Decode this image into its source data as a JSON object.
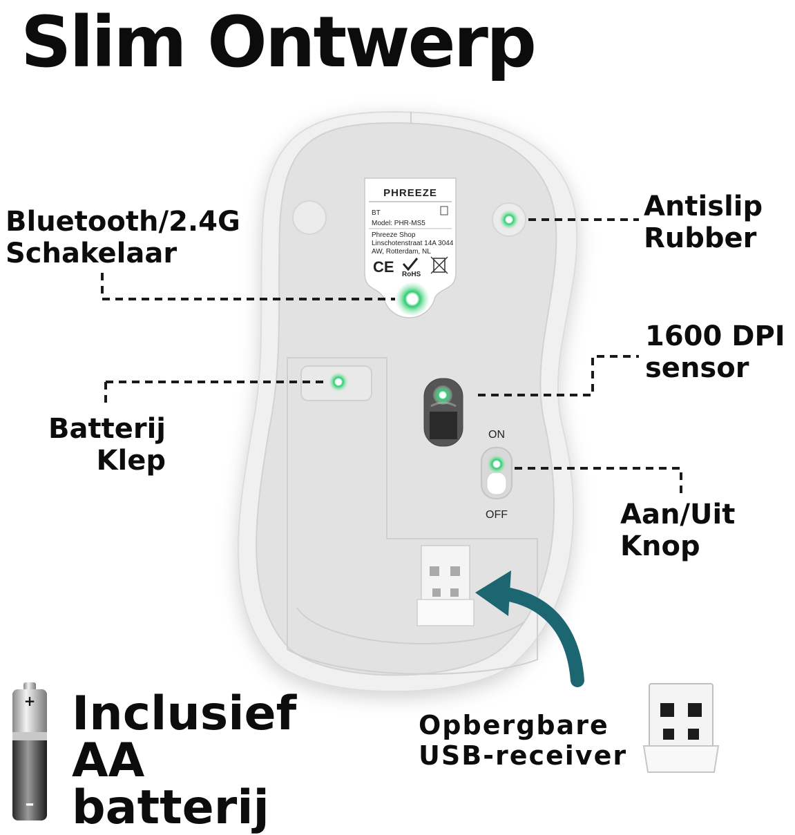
{
  "title": "Slim Ontwerp",
  "colors": {
    "accent_green": "#2ecc71",
    "arrow_teal": "#1b6670",
    "shell": "#ececec",
    "base": "#e3e3e3"
  },
  "callouts": {
    "switch": {
      "line1": "Bluetooth/2.4G",
      "line2": "Schakelaar"
    },
    "rubber": {
      "line1": "Antislip",
      "line2": "Rubber"
    },
    "sensor": {
      "line1": "1600 DPI",
      "line2": "sensor"
    },
    "battery_cover": {
      "line1": "Batterij",
      "line2": "Klep"
    },
    "power": {
      "line1": "Aan/Uit",
      "line2": "Knop"
    }
  },
  "label": {
    "brand": "PHREEZE",
    "bt": "BT",
    "model": "Model: PHR-MS5",
    "shop": "Phreeze Shop",
    "street": "Linschotenstraat 14A 3044",
    "city": "AW, Rotterdam, NL",
    "ce": "CE",
    "rohs": "RoHS"
  },
  "switch_marks": {
    "on": "ON",
    "off": "OFF"
  },
  "receiver": {
    "line1": "Opbergbare",
    "line2": "USB-receiver"
  },
  "battery": {
    "plus": "+",
    "minus": "–",
    "line1": "Inclusief",
    "line2": "AA",
    "line3": "batterij"
  },
  "icons": [
    "usb-receiver-icon",
    "aa-battery-icon",
    "curved-arrow-icon",
    "weee-bin-icon",
    "check-mark-icon"
  ]
}
